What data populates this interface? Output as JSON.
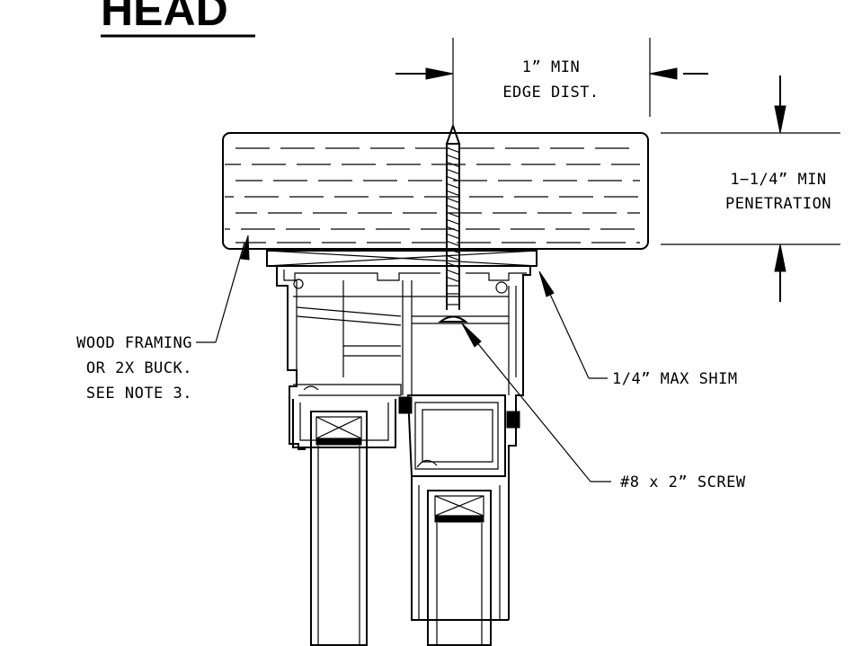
{
  "title": "HEAD",
  "labels": {
    "edge_dist_line1": "1” MIN",
    "edge_dist_line2": "EDGE DIST.",
    "penetration_line1": "1−1/4” MIN",
    "penetration_line2": "PENETRATION",
    "wood_line1": "WOOD FRAMING",
    "wood_line2": "OR 2X BUCK.",
    "wood_line3": "SEE NOTE 3.",
    "shim": "1/4” MAX SHIM",
    "screw": "#8 x 2” SCREW"
  }
}
